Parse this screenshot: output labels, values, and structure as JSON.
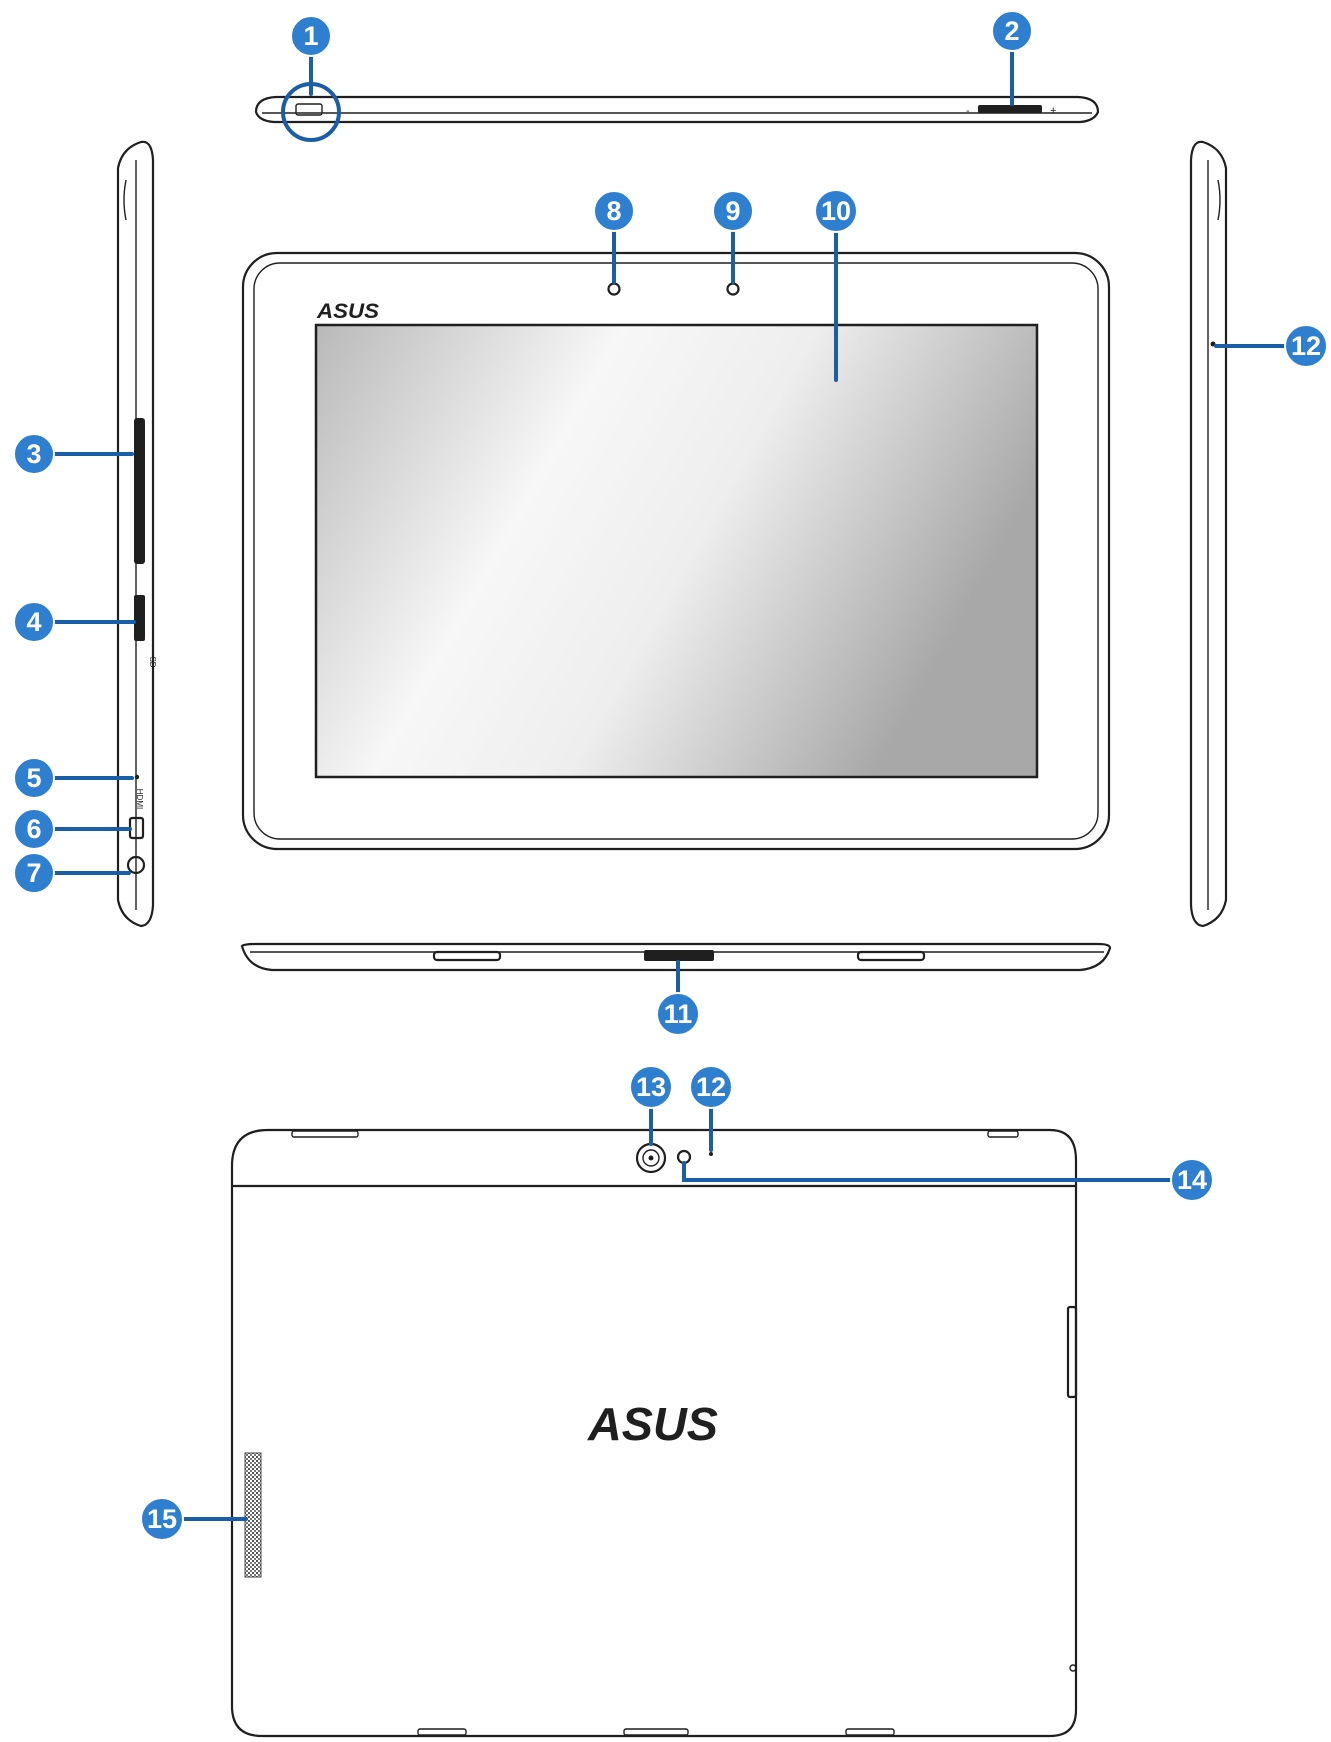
{
  "colors": {
    "callout_fill": "#2f7fd0",
    "callout_edge": "#1a5ea8",
    "line": "#1f1f1f"
  },
  "brand": {
    "front_logo": "ASUS",
    "back_logo": "ASUS"
  },
  "side_port_labels": {
    "sd_label": "SD",
    "hdmi_label": "HDMI"
  },
  "callouts": [
    {
      "id": "1",
      "label": "1"
    },
    {
      "id": "2",
      "label": "2"
    },
    {
      "id": "3",
      "label": "3"
    },
    {
      "id": "4",
      "label": "4"
    },
    {
      "id": "5",
      "label": "5"
    },
    {
      "id": "6",
      "label": "6"
    },
    {
      "id": "7",
      "label": "7"
    },
    {
      "id": "8",
      "label": "8"
    },
    {
      "id": "9",
      "label": "9"
    },
    {
      "id": "10",
      "label": "10"
    },
    {
      "id": "11",
      "label": "11"
    },
    {
      "id": "12a",
      "label": "12"
    },
    {
      "id": "12b",
      "label": "12"
    },
    {
      "id": "13",
      "label": "13"
    },
    {
      "id": "14",
      "label": "14"
    },
    {
      "id": "15",
      "label": "15"
    }
  ]
}
